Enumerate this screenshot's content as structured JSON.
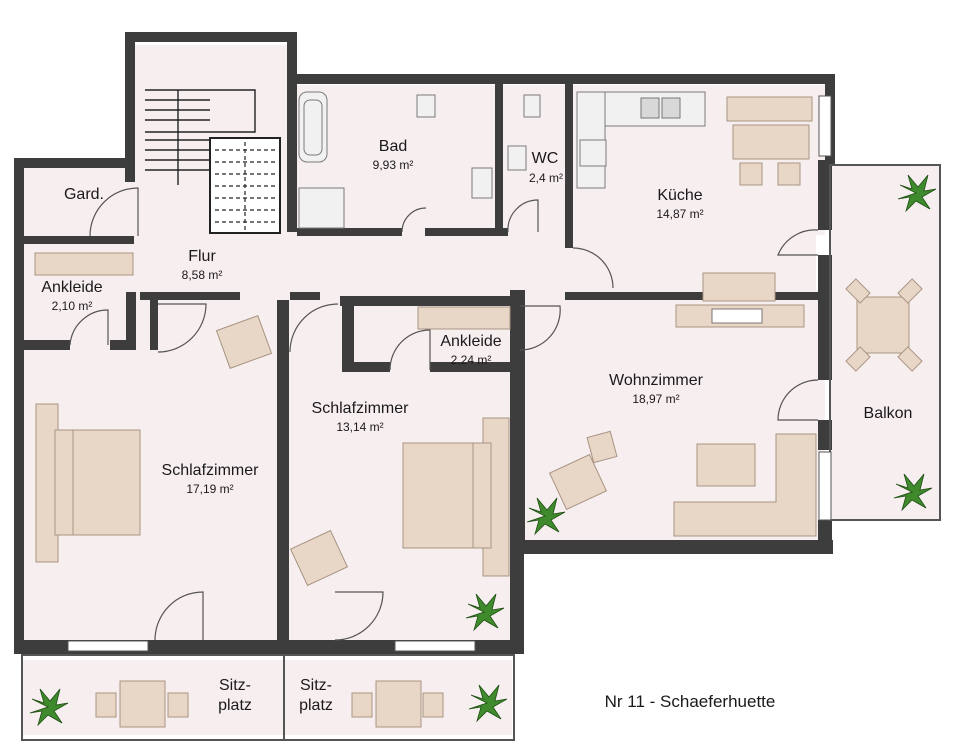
{
  "rooms": {
    "bad": {
      "name": "Bad",
      "area": "9,93 m²"
    },
    "wc": {
      "name": "WC",
      "area": "2,4 m²"
    },
    "kueche": {
      "name": "Küche",
      "area": "14,87 m²"
    },
    "garderobe": {
      "name": "Gard."
    },
    "flur": {
      "name": "Flur",
      "area": "8,58 m²"
    },
    "ankleide_left": {
      "name": "Ankleide",
      "area": "2,10 m²"
    },
    "ankleide_mid": {
      "name": "Ankleide",
      "area": "2,24 m²"
    },
    "schlafzimmer_large": {
      "name": "Schlafzimmer",
      "area": "17,19 m²"
    },
    "schlafzimmer_mid": {
      "name": "Schlafzimmer",
      "area": "13,14 m²"
    },
    "wohnzimmer": {
      "name": "Wohnzimmer",
      "area": "18,97 m²"
    },
    "balkon": {
      "name": "Balkon"
    },
    "sitzplatz_left": {
      "line1": "Sitz-",
      "line2": "platz"
    },
    "sitzplatz_right": {
      "line1": "Sitz-",
      "line2": "platz"
    }
  },
  "caption": "Nr 11 - Schaeferhuette",
  "colors": {
    "wall": "#3d3d3d",
    "floor": "#f7eef0",
    "furniture": "#e8d6c6",
    "plant": "#3f8a2c"
  }
}
